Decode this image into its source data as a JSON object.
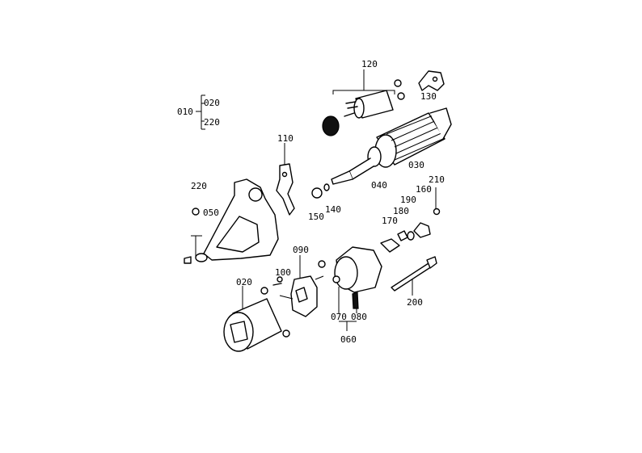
{
  "callouts": {
    "p010": "010",
    "p020a": "020",
    "p220a": "220",
    "p120": "120",
    "p130": "130",
    "p110": "110",
    "p030": "030",
    "p220b": "220",
    "p050": "050",
    "p040": "040",
    "p210": "210",
    "p160": "160",
    "p190": "190",
    "p150": "150",
    "p140": "140",
    "p180": "180",
    "p170": "170",
    "p090": "090",
    "p100": "100",
    "p020b": "020",
    "p200": "200",
    "p070": "070",
    "p080": "080",
    "p060": "060"
  }
}
